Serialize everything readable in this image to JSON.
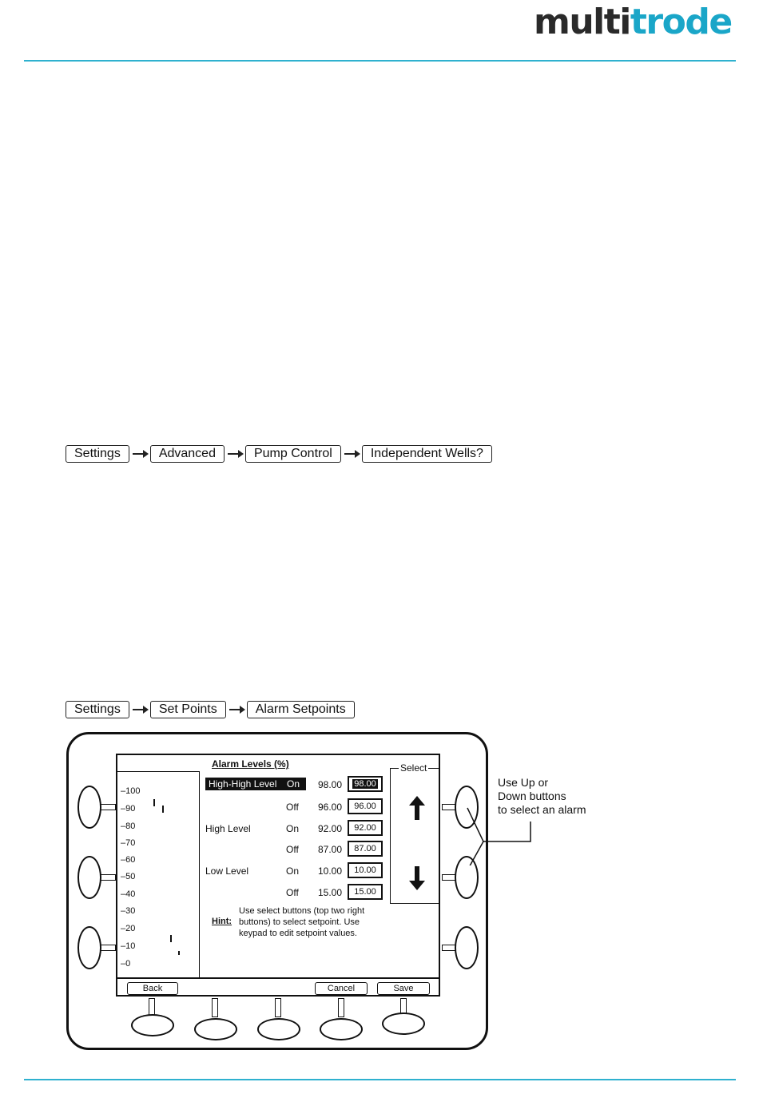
{
  "header": {
    "logo_part1": "multi",
    "logo_part2": "trode",
    "brand_color": "#1aa6c8"
  },
  "breadcrumb_1": [
    "Settings",
    "Advanced",
    "Pump Control",
    "Independent Wells?"
  ],
  "breadcrumb_2": [
    "Settings",
    "Set Points",
    "Alarm Setpoints"
  ],
  "screen": {
    "title": "Alarm Levels (%)",
    "scale": [
      "100",
      "90",
      "80",
      "70",
      "60",
      "50",
      "40",
      "30",
      "20",
      "10",
      "0"
    ],
    "rows": [
      {
        "name": "High-High Level",
        "state": "On",
        "value": "98.00",
        "box": "98.00"
      },
      {
        "name": "",
        "state": "Off",
        "value": "96.00",
        "box": "96.00"
      },
      {
        "name": "High Level",
        "state": "On",
        "value": "92.00",
        "box": "92.00"
      },
      {
        "name": "",
        "state": "Off",
        "value": "87.00",
        "box": "87.00"
      },
      {
        "name": "Low Level",
        "state": "On",
        "value": "10.00",
        "box": "10.00"
      },
      {
        "name": "",
        "state": "Off",
        "value": "15.00",
        "box": "15.00"
      }
    ],
    "select_label": "Select",
    "hint_key": "Hint:",
    "hint_line1": "Use select buttons (top two right",
    "hint_line2": "buttons) to select setpoint. Use",
    "hint_line3": "keypad to edit setpoint values.",
    "back_label": "Back",
    "cancel_label": "Cancel",
    "save_label": "Save"
  },
  "callout": {
    "line1": "Use Up or",
    "line2": "Down buttons",
    "line3": "to select an alarm"
  },
  "icons": [
    "up-arrow-icon",
    "down-arrow-icon"
  ]
}
